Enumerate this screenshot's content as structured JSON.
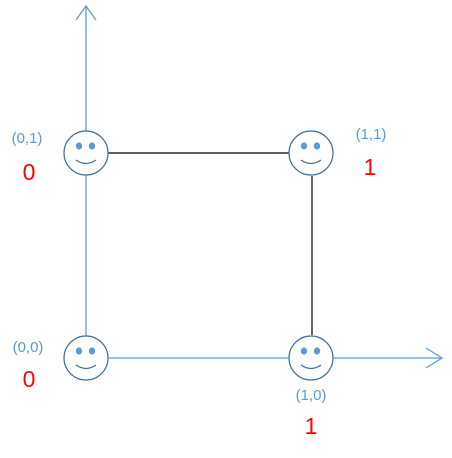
{
  "colors": {
    "axis": "#5b9bd5",
    "edge": "#000000",
    "face_stroke": "#41719c",
    "eye_fill": "#5b9bd5",
    "coord_text": "#5b9bd5",
    "value_text": "#ff0000"
  },
  "axes": {
    "x_arrow_icon": "arrow-right-icon",
    "y_arrow_icon": "arrow-up-icon"
  },
  "nodes": [
    {
      "id": "n00",
      "coord": "(0,0)",
      "value": "0",
      "icon": "smiley-face-icon"
    },
    {
      "id": "n01",
      "coord": "(0,1)",
      "value": "0",
      "icon": "smiley-face-icon"
    },
    {
      "id": "n10",
      "coord": "(1,0)",
      "value": "1",
      "icon": "smiley-face-icon"
    },
    {
      "id": "n11",
      "coord": "(1,1)",
      "value": "1",
      "icon": "smiley-face-icon"
    }
  ]
}
